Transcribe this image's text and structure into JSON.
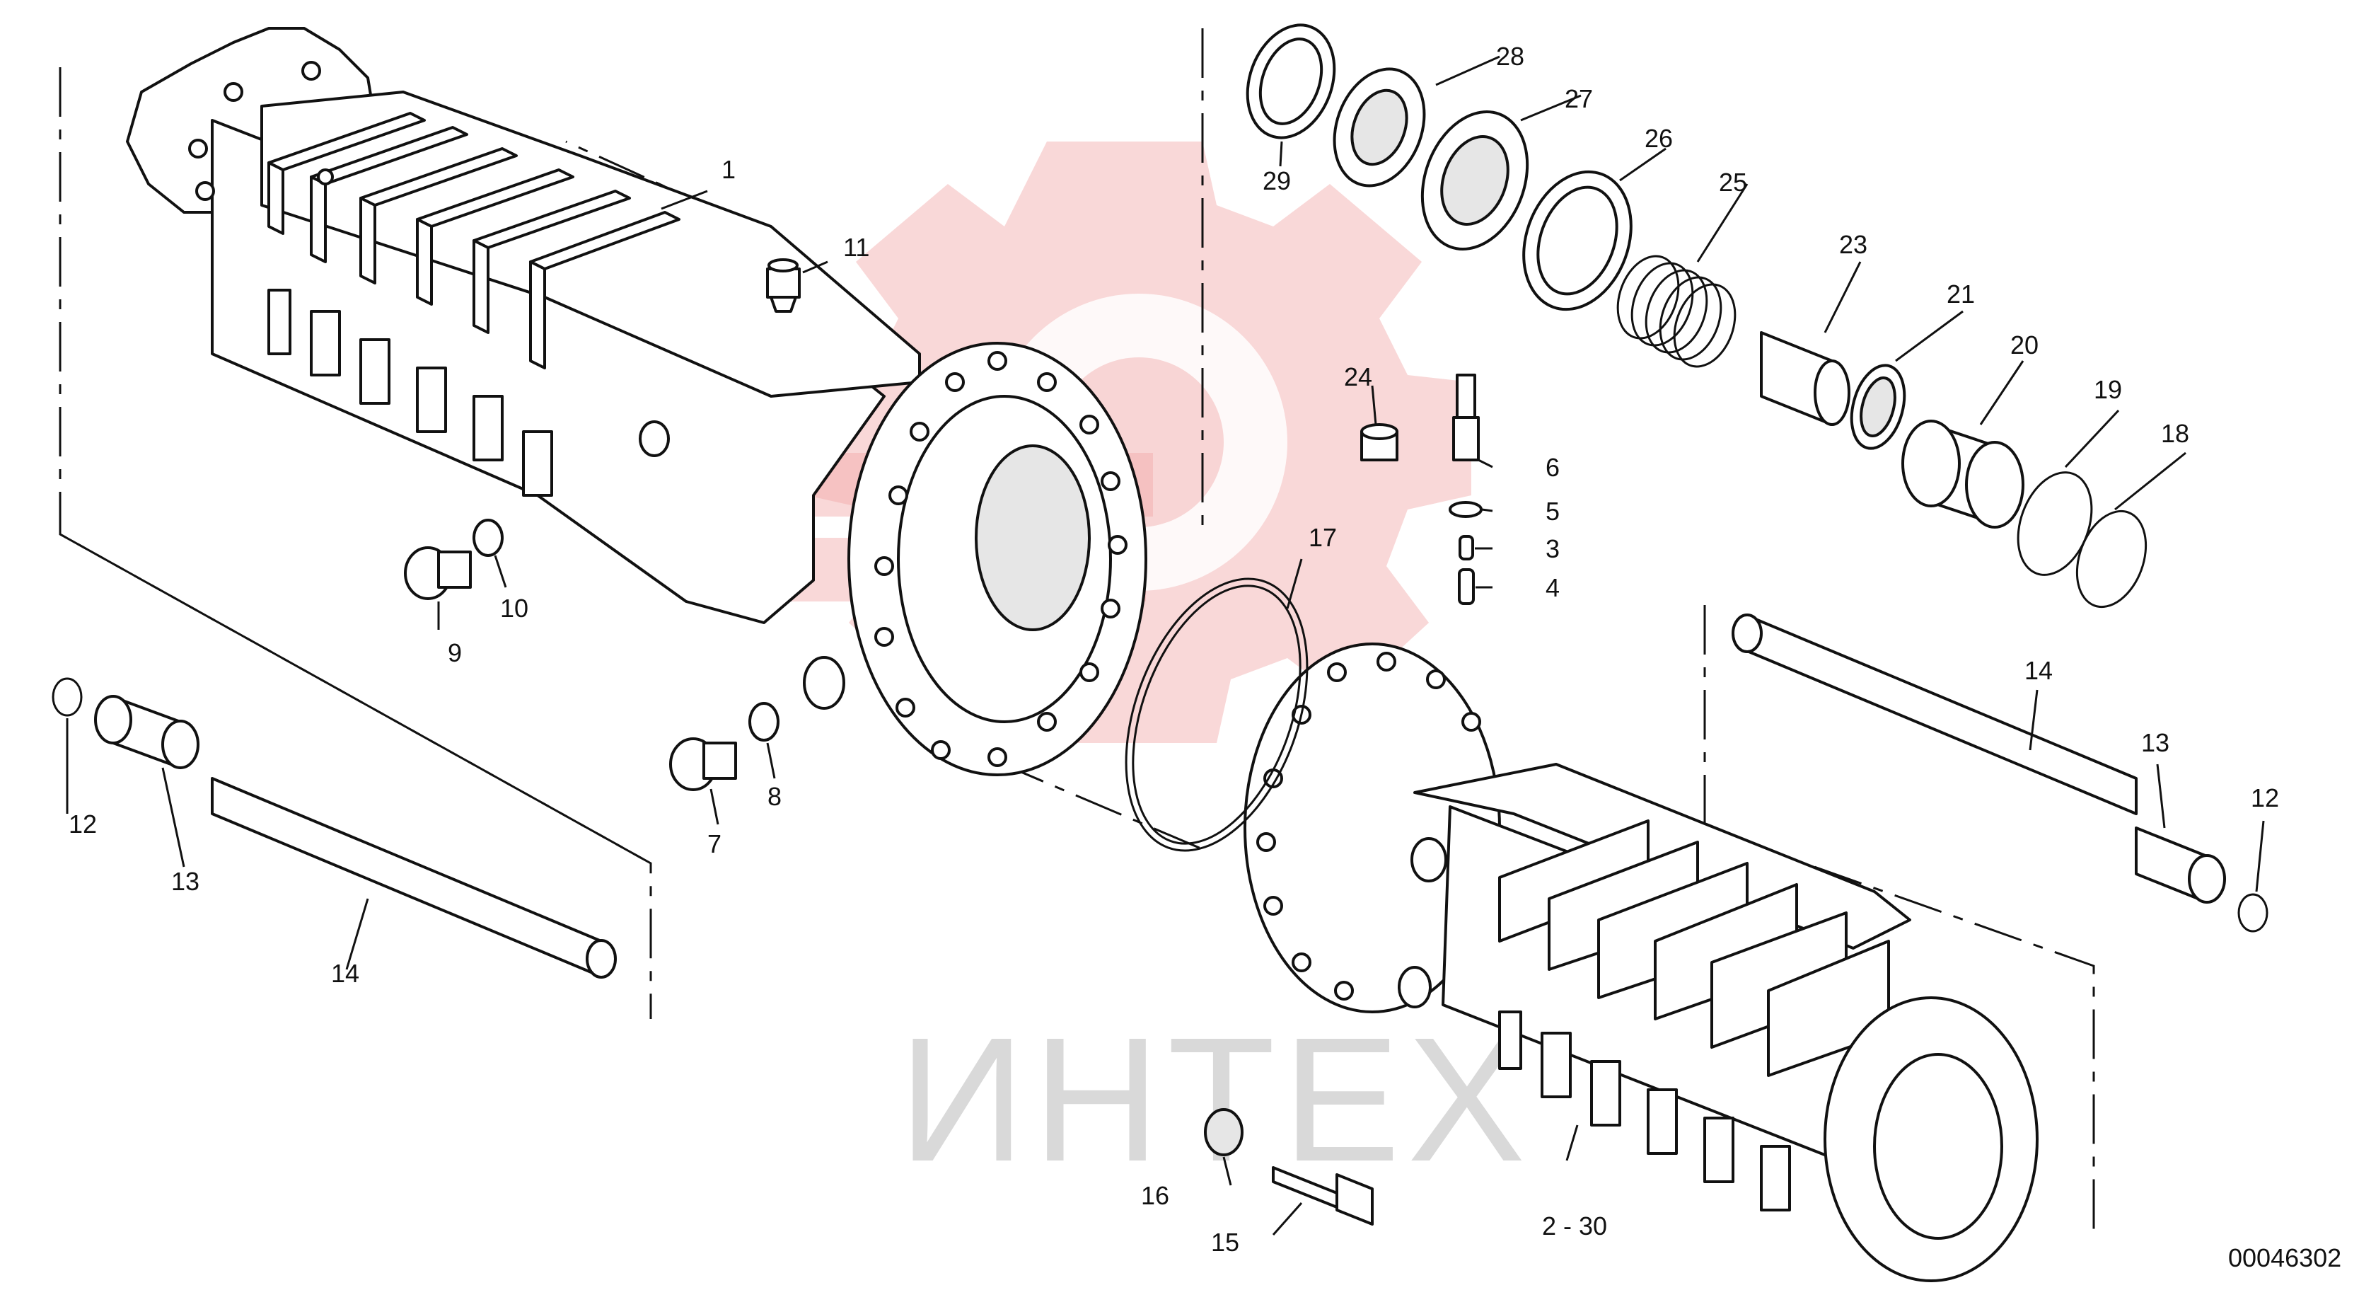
{
  "watermark": {
    "text": "ИНТЕХ",
    "color": "#f2a9a9",
    "text_color": "#d9d9d9"
  },
  "drawing_number": "00046302",
  "callouts": [
    {
      "id": "c1",
      "label": "1"
    },
    {
      "id": "c2",
      "label": "2 - 30"
    },
    {
      "id": "c3",
      "label": "3"
    },
    {
      "id": "c4",
      "label": "4"
    },
    {
      "id": "c5",
      "label": "5"
    },
    {
      "id": "c6",
      "label": "6"
    },
    {
      "id": "c7",
      "label": "7"
    },
    {
      "id": "c8",
      "label": "8"
    },
    {
      "id": "c9",
      "label": "9"
    },
    {
      "id": "c10",
      "label": "10"
    },
    {
      "id": "c11",
      "label": "11"
    },
    {
      "id": "c12l",
      "label": "12"
    },
    {
      "id": "c13l",
      "label": "13"
    },
    {
      "id": "c14l",
      "label": "14"
    },
    {
      "id": "c12r",
      "label": "12"
    },
    {
      "id": "c13r",
      "label": "13"
    },
    {
      "id": "c14r",
      "label": "14"
    },
    {
      "id": "c15",
      "label": "15"
    },
    {
      "id": "c16",
      "label": "16"
    },
    {
      "id": "c17",
      "label": "17"
    },
    {
      "id": "c18",
      "label": "18"
    },
    {
      "id": "c19",
      "label": "19"
    },
    {
      "id": "c20",
      "label": "20"
    },
    {
      "id": "c21",
      "label": "21"
    },
    {
      "id": "c23",
      "label": "23"
    },
    {
      "id": "c24",
      "label": "24"
    },
    {
      "id": "c25",
      "label": "25"
    },
    {
      "id": "c26",
      "label": "26"
    },
    {
      "id": "c27",
      "label": "27"
    },
    {
      "id": "c28",
      "label": "28"
    },
    {
      "id": "c29",
      "label": "29"
    }
  ]
}
